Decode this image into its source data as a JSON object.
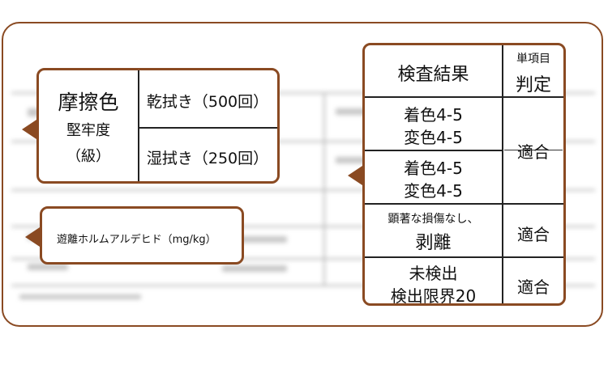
{
  "left_panel": {
    "label_main": "摩擦色",
    "label_sub1": "堅牢度",
    "label_sub2": "（級）",
    "row1": "乾拭き（500回）",
    "row2": "湿拭き（250回）"
  },
  "formaldehyde": {
    "label": "遊離ホルムアルデヒド（mg/kg）"
  },
  "results": {
    "header_result": "検査結果",
    "header_item_top": "単項目",
    "header_item_bottom": "判定",
    "row1_line1": "着色4-5",
    "row1_line2": "変色4-5",
    "row2_line1": "着色4-5",
    "row2_line2": "変色4-5",
    "rows12_judgement": "適合",
    "row3_line1": "顕著な損傷なし、",
    "row3_line2": "剥離",
    "row3_judgement": "適合",
    "row4_line1": "未検出",
    "row4_line2": "検出限界20",
    "row4_judgement": "適合"
  },
  "colors": {
    "accent_border": "#8a4a22"
  }
}
